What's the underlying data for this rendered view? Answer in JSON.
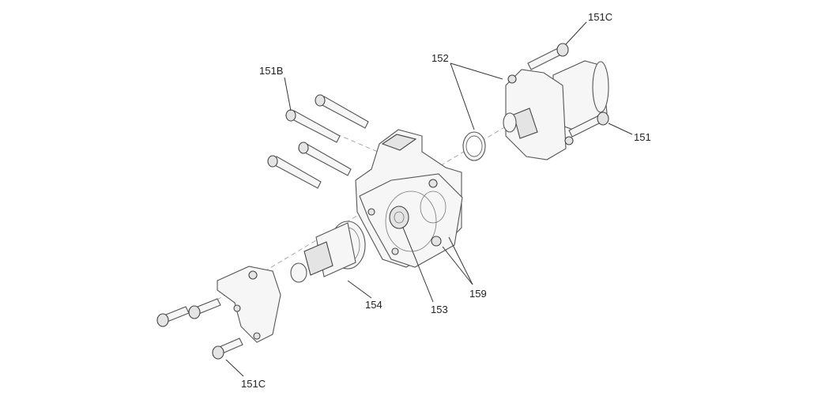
{
  "callouts": {
    "c151": "151",
    "c151b": "151B",
    "c151c_top": "151C",
    "c151c_bottom": "151C",
    "c152": "152",
    "c153": "153",
    "c154": "154",
    "c159": "159"
  }
}
